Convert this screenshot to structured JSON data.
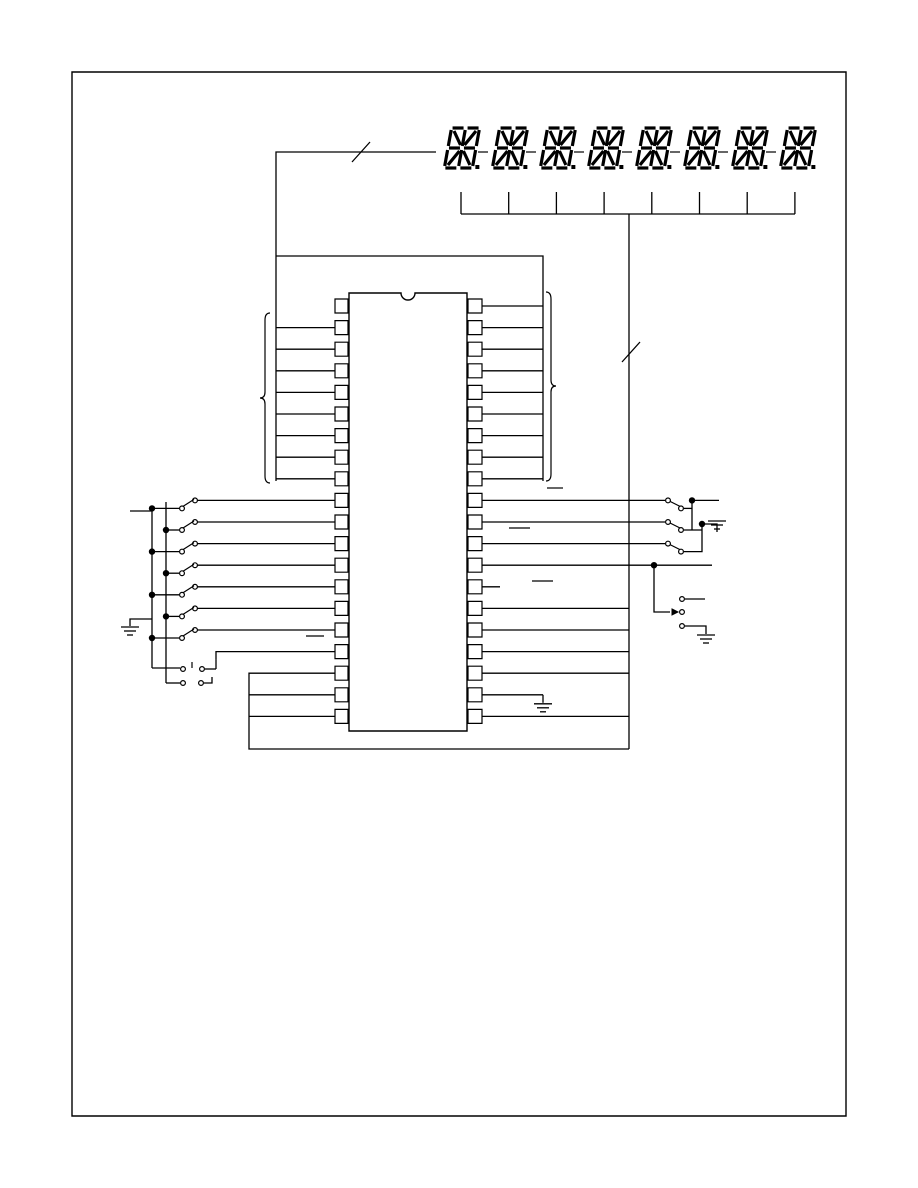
{
  "diagram": {
    "display": {
      "digit_count": 8
    },
    "chip": {
      "pins_per_side": 20
    },
    "left_switch_rows": 7,
    "right_switch_rows": 3,
    "colors": {
      "ink": "#000000",
      "background": "#ffffff"
    }
  }
}
